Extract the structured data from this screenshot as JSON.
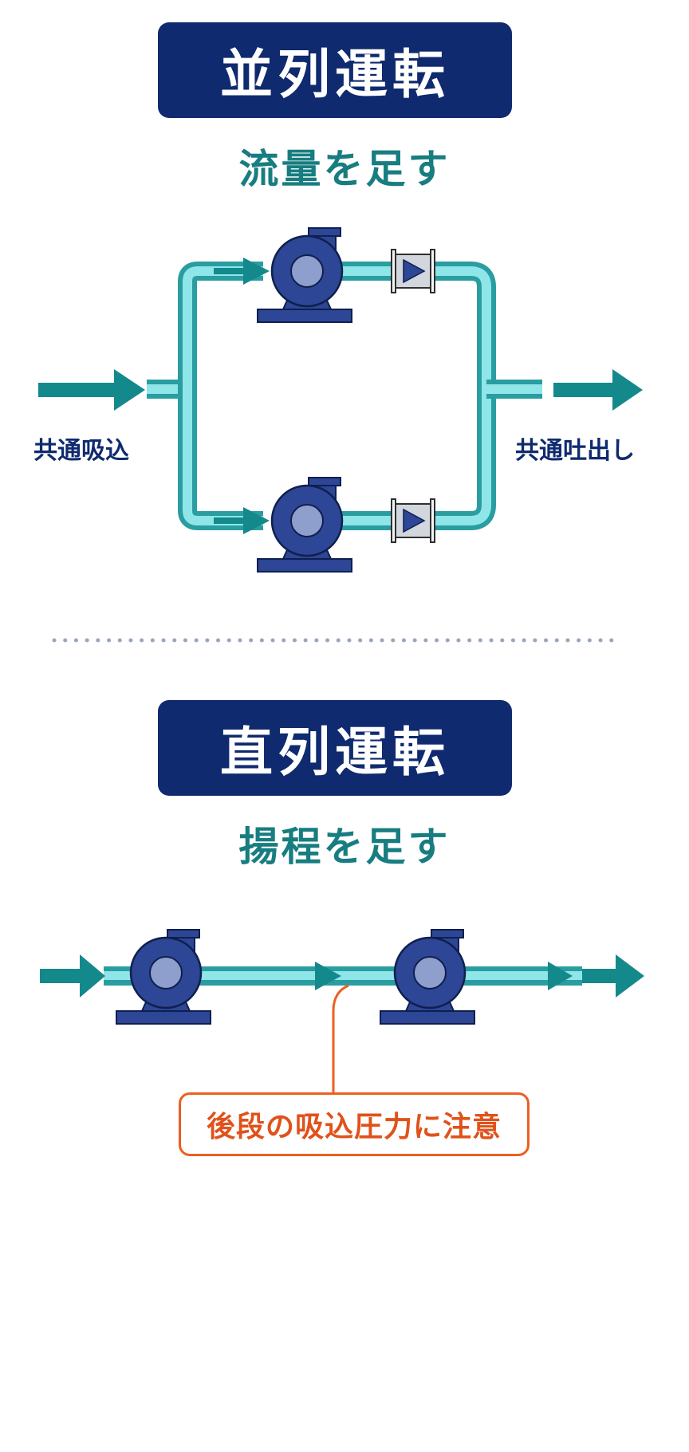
{
  "parallel": {
    "title": "並列運転",
    "subtitle": "流量を足す",
    "inlet_label": "共通吸込",
    "outlet_label": "共通吐出し"
  },
  "series": {
    "title": "直列運転",
    "subtitle": "揚程を足す",
    "note": "後段の吸込圧力に注意"
  },
  "colors": {
    "title_bg": "#0f2a6e",
    "subtitle_text": "#177d80",
    "pipe": "#5ccfd3",
    "arrow": "#14898c",
    "pump": "#2d4695",
    "note": "#ec5f22"
  },
  "icons": [
    "pump-icon",
    "check-valve-icon",
    "flow-arrow-icon"
  ]
}
